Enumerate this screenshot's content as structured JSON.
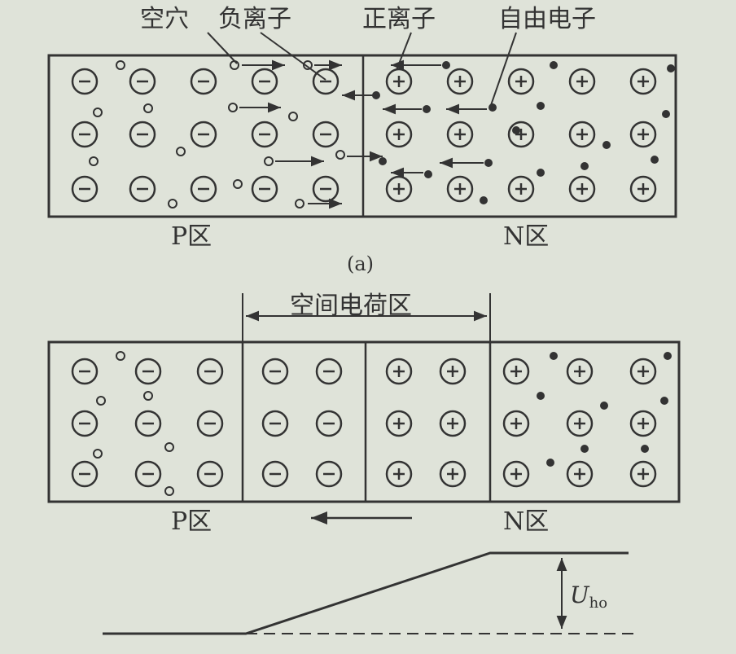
{
  "top_labels": {
    "hole": "空穴",
    "negative_ion": "负离子",
    "positive_ion": "正离子",
    "free_electron": "自由电子"
  },
  "panel_a": {
    "p_label": "P区",
    "n_label": "N区",
    "caption": "(a)"
  },
  "panel_b": {
    "space_charge_label": "空间电荷区",
    "p_label": "P区",
    "n_label": "N区"
  },
  "potential": {
    "u_symbol": "U",
    "u_subscript": "ho"
  },
  "colors": {
    "background": "#dfe3d9",
    "ink": "#333333"
  },
  "icons": {
    "negative_ion": "circled-minus",
    "positive_ion": "circled-plus",
    "hole": "small-open-circle",
    "electron": "small-filled-dot"
  }
}
